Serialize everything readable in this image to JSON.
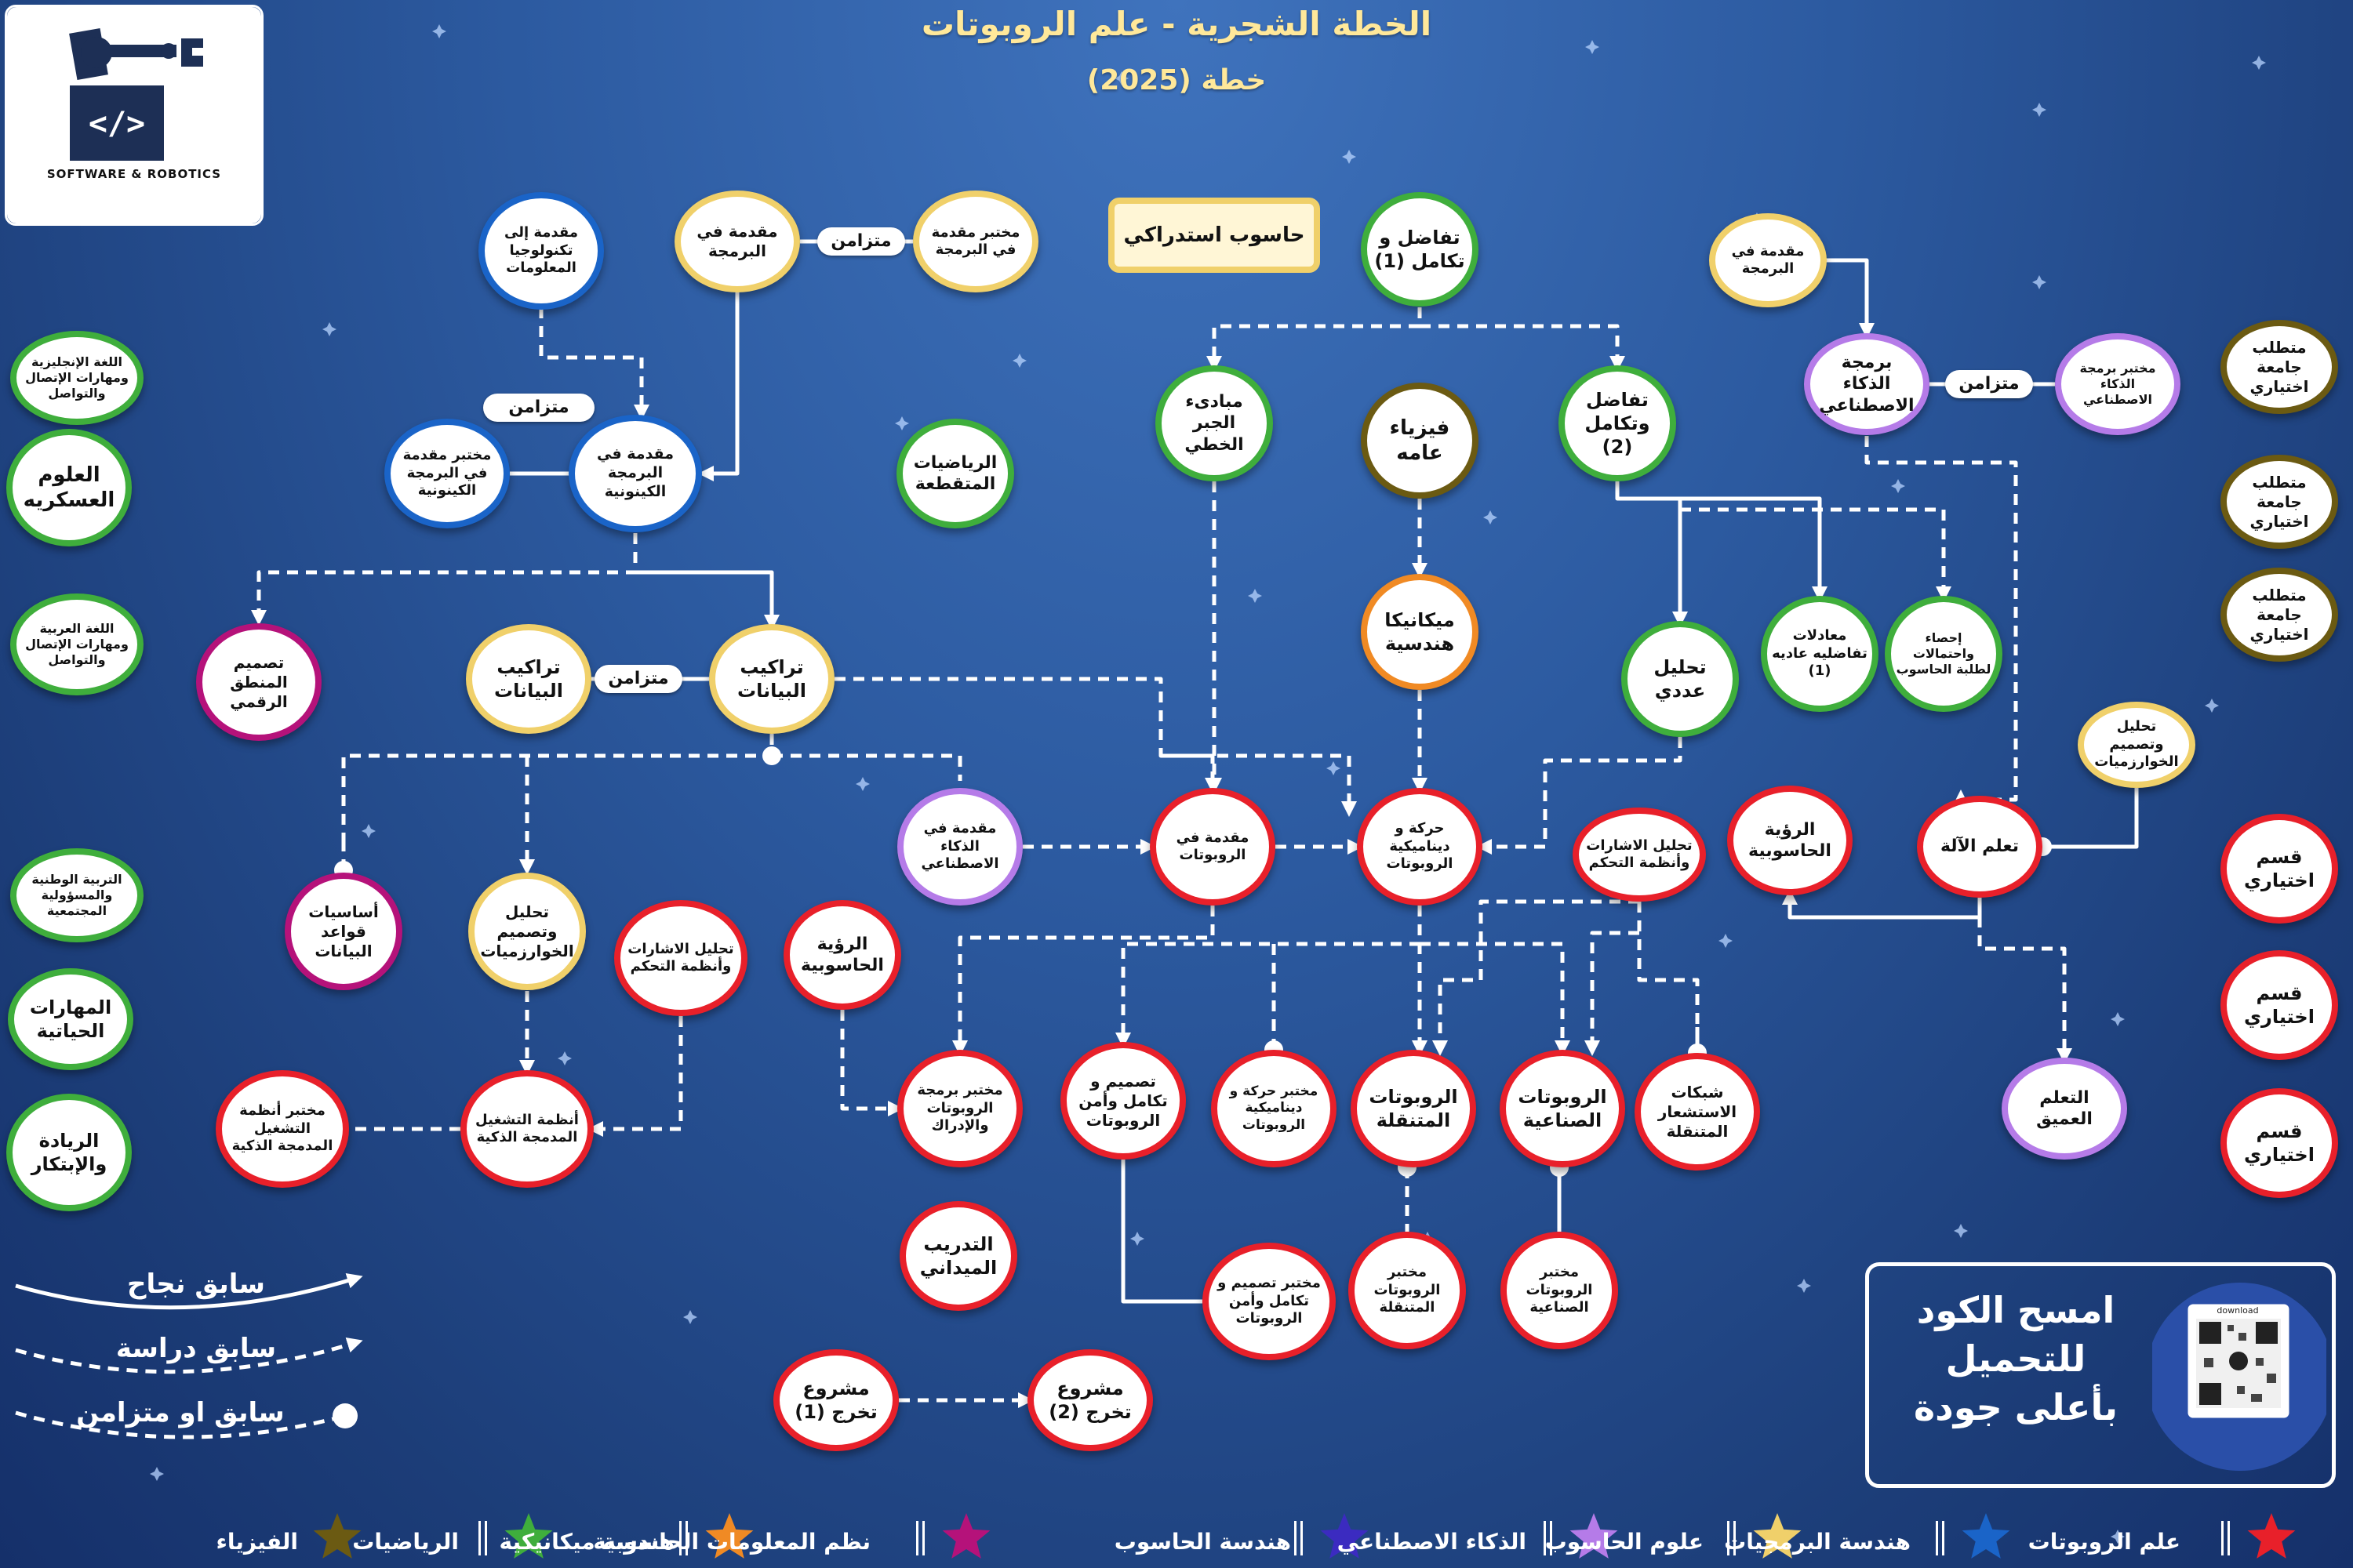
{
  "header": {
    "title": "الخطة الشجرية - علم الروبوتات",
    "subtitle": "خطة (2025)"
  },
  "logo": {
    "text": "SOFTWARE & ROBOTICS",
    "icon": "robot-arm-code-icon"
  },
  "colors": {
    "robotics": "#e8202a",
    "software": "#1a64c8",
    "cs": "#f0d06a",
    "ai": "#b57be8",
    "ce": "#3b2bc0",
    "is": "#b5127a",
    "me": "#f08a24",
    "math": "#3fae3c",
    "physics": "#6b5a12"
  },
  "nodes": [
    {
      "id": "intro_it",
      "text": "مقدمة إلى تكنولوجيا المعلومات",
      "cat": "software"
    },
    {
      "id": "intro_prog",
      "text": "مقدمة في البرمجة",
      "cat": "cs"
    },
    {
      "id": "lab_intro_prog",
      "text": "مختبر مقدمة في البرمجة",
      "cat": "cs"
    },
    {
      "id": "computer_prereq",
      "text": "حاسوب استدراكي",
      "cat": "cs"
    },
    {
      "id": "calc1",
      "text": "تفاضل و تكامل (1)",
      "cat": "math"
    },
    {
      "id": "intro_prog_r",
      "text": "مقدمة في البرمجة",
      "cat": "cs"
    },
    {
      "id": "ai_prog",
      "text": "برمجة الذكاء الاصطناعي",
      "cat": "ai"
    },
    {
      "id": "lab_ai_prog",
      "text": "مختبر برمجة الذكاء الاصطناعي",
      "cat": "ai"
    },
    {
      "id": "lab_oop",
      "text": "مختبر مقدمة في البرمجة الكينونية",
      "cat": "software"
    },
    {
      "id": "oop",
      "text": "مقدمة في البرمجة الكينونية",
      "cat": "software"
    },
    {
      "id": "discrete",
      "text": "الرياضيات المتقطعة",
      "cat": "math"
    },
    {
      "id": "linalg",
      "text": "مبادىء الجبر الخطي",
      "cat": "math"
    },
    {
      "id": "physics",
      "text": "فيزياء عامه",
      "cat": "physics"
    },
    {
      "id": "calc2",
      "text": "تفاضل وتكامل (2)",
      "cat": "math"
    },
    {
      "id": "digital_logic",
      "text": "تصميم المنطق الرقمي",
      "cat": "is"
    },
    {
      "id": "ds_b",
      "text": "تراكيب البيانات",
      "cat": "cs"
    },
    {
      "id": "ds",
      "text": "تراكيب البيانات",
      "cat": "cs"
    },
    {
      "id": "eng_mech",
      "text": "ميكانيكا هندسية",
      "cat": "me"
    },
    {
      "id": "numerical",
      "text": "تحليل عددي",
      "cat": "math"
    },
    {
      "id": "diff_eq",
      "text": "معادلات تفاضليه عاديه (1)",
      "cat": "math"
    },
    {
      "id": "stats",
      "text": "إحصاء واحتمالات لطلبة الحاسوب",
      "cat": "math"
    },
    {
      "id": "algo_design_r",
      "text": "تحليل وتصميم الخوارزميات",
      "cat": "cs"
    },
    {
      "id": "intro_ai",
      "text": "مقدمة في الذكاء الاصطناعي",
      "cat": "ai"
    },
    {
      "id": "intro_robotics",
      "text": "مقدمة في الروبوتات",
      "cat": "robotics"
    },
    {
      "id": "kinematics",
      "text": "حركة و ديناميكية الروبوتات",
      "cat": "robotics"
    },
    {
      "id": "signals_r",
      "text": "تحليل الاشارات وأنظمة التحكم",
      "cat": "robotics"
    },
    {
      "id": "comp_vision_r",
      "text": "الرؤية الحاسوبية",
      "cat": "robotics"
    },
    {
      "id": "ml",
      "text": "تعلم الآلة",
      "cat": "robotics"
    },
    {
      "id": "db",
      "text": "أساسيات قواعد البيانات",
      "cat": "is"
    },
    {
      "id": "algo_design",
      "text": "تحليل وتصميم الخوارزميات",
      "cat": "cs"
    },
    {
      "id": "signals_l",
      "text": "تحليل الاشارات وأنظمة التحكم",
      "cat": "robotics"
    },
    {
      "id": "comp_vision_l",
      "text": "الرؤية الحاسوبية",
      "cat": "robotics"
    },
    {
      "id": "lab_embedded",
      "text": "مختبر أنظمة التشغيل المدمجة الذكية",
      "cat": "robotics"
    },
    {
      "id": "embedded",
      "text": "أنظمة التشغيل المدمجة الذكية",
      "cat": "robotics"
    },
    {
      "id": "lab_robot_prog",
      "text": "مختبر برمجة الروبوتات والإدراك",
      "cat": "robotics"
    },
    {
      "id": "robot_design",
      "text": "تصميم و تكامل وأمن الروبوتات",
      "cat": "robotics"
    },
    {
      "id": "lab_kinematics",
      "text": "مختبر حركة و ديناميكية الروبوتات",
      "cat": "robotics"
    },
    {
      "id": "mobile_robots",
      "text": "الروبوتات المتنقلة",
      "cat": "robotics"
    },
    {
      "id": "industrial_robots",
      "text": "الروبوتات الصناعية",
      "cat": "robotics"
    },
    {
      "id": "sensor_networks",
      "text": "شبكات الاستشعار المتنقلة",
      "cat": "robotics"
    },
    {
      "id": "deep_learning",
      "text": "التعلم العميق",
      "cat": "ai"
    },
    {
      "id": "field_training",
      "text": "التدريب الميداني",
      "cat": "robotics"
    },
    {
      "id": "lab_robot_design",
      "text": "مختبر تصميم و تكامل وأمن الروبوتات",
      "cat": "robotics"
    },
    {
      "id": "lab_mobile",
      "text": "مختبر الروبوتات المتنقلة",
      "cat": "robotics"
    },
    {
      "id": "lab_industrial",
      "text": "مختبر الروبوتات الصناعية",
      "cat": "robotics"
    },
    {
      "id": "grad1",
      "text": "مشروع تخرج (1)",
      "cat": "robotics"
    },
    {
      "id": "grad2",
      "text": "مشروع تخرج (2)",
      "cat": "robotics"
    },
    {
      "id": "english",
      "text": "اللغة الإنجليزية ومهارات الإتصال والتواصل",
      "cat": "math"
    },
    {
      "id": "military",
      "text": "العلوم العسكريه",
      "cat": "math"
    },
    {
      "id": "arabic",
      "text": "اللغة العربية ومهارات الإتصال والتواصل",
      "cat": "math"
    },
    {
      "id": "national",
      "text": "التربية الوطنية والمسؤولية المجتمعية",
      "cat": "math"
    },
    {
      "id": "life_skills",
      "text": "المهارات الحياتية",
      "cat": "math"
    },
    {
      "id": "entrepreneurship",
      "text": "الريادة والإبتكار",
      "cat": "math"
    },
    {
      "id": "uni_elective1",
      "text": "متطلب جامعة اختياري",
      "cat": "physics"
    },
    {
      "id": "uni_elective2",
      "text": "متطلب جامعة اختياري",
      "cat": "physics"
    },
    {
      "id": "uni_elective3",
      "text": "متطلب جامعة اختياري",
      "cat": "physics"
    },
    {
      "id": "dept_elective1",
      "text": "قسم اختياري",
      "cat": "robotics"
    },
    {
      "id": "dept_elective2",
      "text": "قسم اختياري",
      "cat": "robotics"
    },
    {
      "id": "dept_elective3",
      "text": "قسم اختياري",
      "cat": "robotics"
    }
  ],
  "labels": {
    "concurrent": "متزامن"
  },
  "edge_legend": {
    "pass": "سابق نجاح",
    "study": "سابق دراسة",
    "or_concurrent": "سابق او متزامن"
  },
  "qr": {
    "text": "امسح الكود للتحميل بأعلى جودة",
    "tag": "download"
  },
  "legend": [
    {
      "label": "علم الروبوتات",
      "color": "#e8202a"
    },
    {
      "label": "هندسة البرمجيات",
      "color": "#1a64c8"
    },
    {
      "label": "علوم الحاسوب",
      "color": "#f0d06a"
    },
    {
      "label": "الذكاء الاصطناعي",
      "color": "#b57be8"
    },
    {
      "label": "هندسة الحاسوب",
      "color": "#3b2bc0"
    },
    {
      "label": "نظم المعلومات الحاسوبية",
      "color": "#b5127a"
    },
    {
      "label": "هندسة ميكانيكية",
      "color": "#f08a24"
    },
    {
      "label": "الرياضيات",
      "color": "#3fae3c"
    },
    {
      "label": "الفيزياء",
      "color": "#6b5a12"
    }
  ]
}
